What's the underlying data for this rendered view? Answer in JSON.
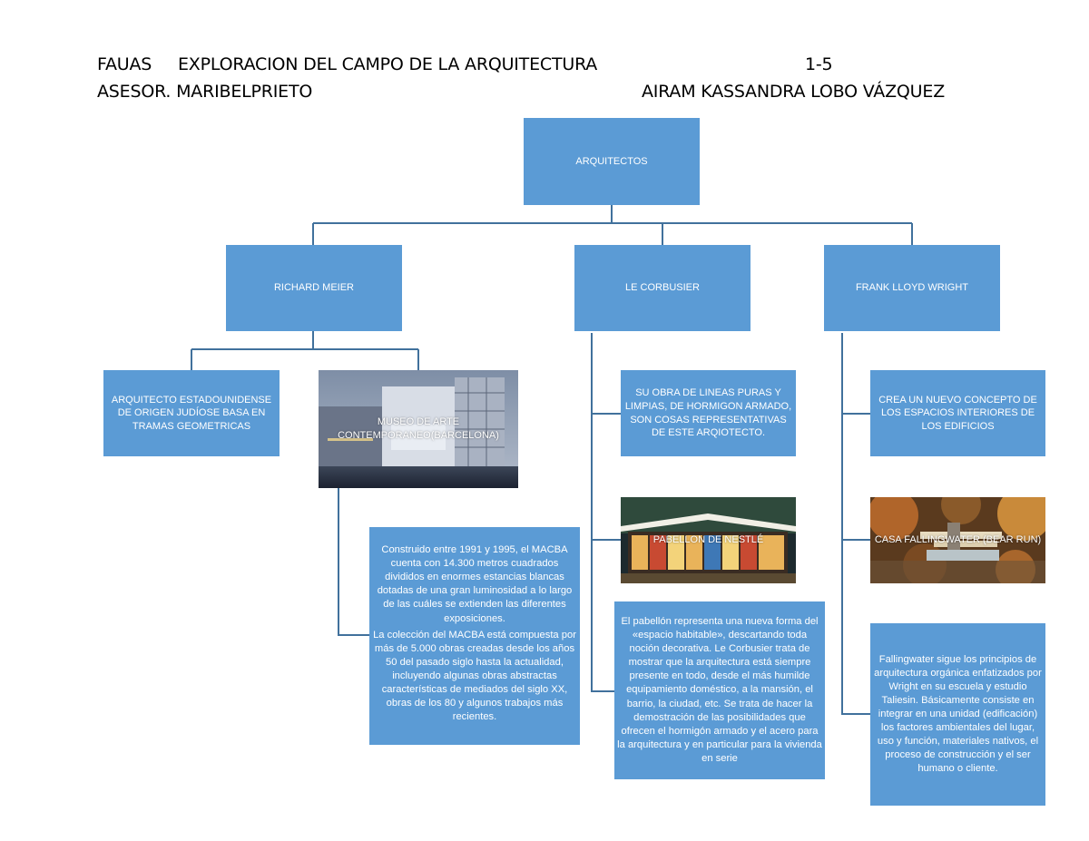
{
  "header": {
    "school": "FAUAS",
    "course": "EXPLORACION DEL CAMPO DE LA ARQUITECTURA",
    "page": "1-5",
    "advisor": "ASESOR. MARIBELPRIETO",
    "author": "AIRAM KASSANDRA LOBO VÁZQUEZ"
  },
  "root": {
    "label": "ARQUITECTOS"
  },
  "architects": [
    {
      "name": "RICHARD MEIER",
      "description": "ARQUITECTO ESTADOUNIDENSE DE ORIGEN JUDÍOSE BASA EN TRAMAS GEOMETRICAS",
      "work_caption": "MUSEO DE ARTE CONTEMPORANEO(BARCELONA)",
      "work_details": [
        "Construido entre 1991 y 1995, el MACBA cuenta con 14.300 metros cuadrados divididos en enormes estancias blancas dotadas de una gran luminosidad a lo largo de las cuáles se extienden las diferentes exposiciones.",
        "La colección del MACBA está compuesta por más de 5.000 obras creadas desde los años 50 del pasado siglo hasta la actualidad, incluyendo algunas obras abstractas características de mediados del siglo XX, obras de los 80 y algunos trabajos más recientes."
      ]
    },
    {
      "name": "LE CORBUSIER",
      "description": "SU OBRA DE LINEAS PURAS Y LIMPIAS, DE HORMIGON ARMADO, SON COSAS REPRESENTATIVAS DE ESTE ARQIOTECTO.",
      "work_caption": "PABELLON DE NESTLÉ",
      "work_details": [
        "El pabellón representa una nueva forma del «espacio habitable», descartando toda noción decorativa. Le Corbusier trata de mostrar que la arquitectura está siempre presente en todo, desde el más humilde equipamiento doméstico, a la mansión, el barrio, la ciudad, etc. Se trata de hacer la demostración de las posibilidades que ofrecen el hormigón armado y el acero para la arquitectura y en particular para la vivienda en serie"
      ]
    },
    {
      "name": "FRANK LLOYD WRIGHT",
      "description": "CREA UN NUEVO CONCEPTO DE LOS ESPACIOS INTERIORES DE LOS EDIFICIOS",
      "work_caption": "CASA FALLINGWATER (BEAR RUN)",
      "work_details": [
        "Fallingwater sigue los principios de arquitectura orgánica enfatizados por Wright en su escuela y estudio Taliesin. Básicamente consiste en integrar en una unidad (edificación) los factores ambientales del lugar, uso y función, materiales nativos, el proceso de construcción y el ser humano o cliente."
      ]
    }
  ],
  "colors": {
    "box_fill": "#5b9bd5",
    "connector": "#41719c",
    "box_text": "#ffffff"
  },
  "icons": {
    "macba_photo": "museum-building-photo",
    "nestle_photo": "pavilion-photo",
    "fallingwater_photo": "fallingwater-house-photo"
  }
}
